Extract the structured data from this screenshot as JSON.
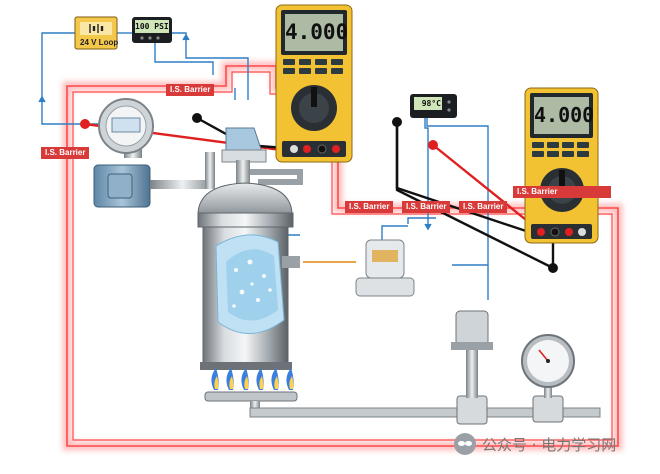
{
  "loop": {
    "label": "24 V Loop"
  },
  "pressure_indicator": {
    "reading": "100 PSI"
  },
  "temperature_indicator": {
    "reading": "98°C"
  },
  "meter_left": {
    "reading": "4.000"
  },
  "meter_right": {
    "reading": "4.000"
  },
  "barriers": {
    "top": "I.S. Barrier",
    "left": "I.S. Barrier",
    "mid1": "I.S. Barrier",
    "mid2": "I.S. Barrier",
    "mid3": "I.S. Barrier",
    "right_partial": "I.S. Barrier"
  },
  "watermark": {
    "text": "公众号 · 电力学习网"
  },
  "colors": {
    "hazard_zone": "#ff4a4a",
    "signal_wire": "#2f7fc4",
    "meter_body": "#f2c233",
    "barrier_tag": "#d83a3a",
    "probe_red": "#e02020"
  }
}
